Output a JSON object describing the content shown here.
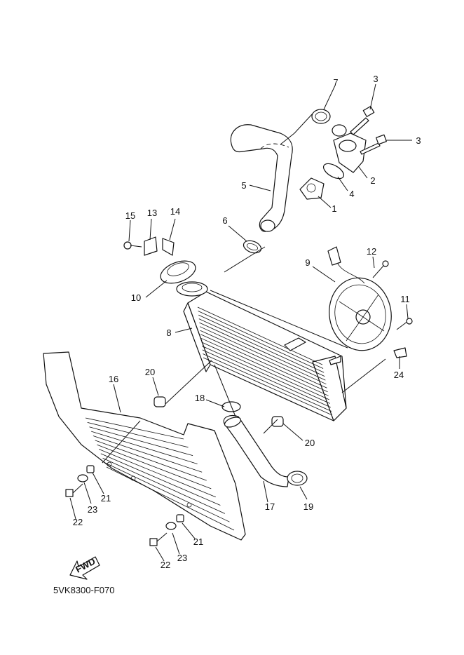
{
  "callouts": {
    "c1": "1",
    "c2": "2",
    "c3a": "3",
    "c3b": "3",
    "c4": "4",
    "c5": "5",
    "c6": "6",
    "c7": "7",
    "c8": "8",
    "c9": "9",
    "c10": "10",
    "c11": "11",
    "c12": "12",
    "c13": "13",
    "c14": "14",
    "c15": "15",
    "c16": "16",
    "c17": "17",
    "c18": "18",
    "c19": "19",
    "c20a": "20",
    "c20b": "20",
    "c21a": "21",
    "c21b": "21",
    "c22a": "22",
    "c22b": "22",
    "c23a": "23",
    "c23b": "23",
    "c24": "24"
  },
  "fwd_label": "FWD",
  "diagram_code": "5VK8300-F070"
}
